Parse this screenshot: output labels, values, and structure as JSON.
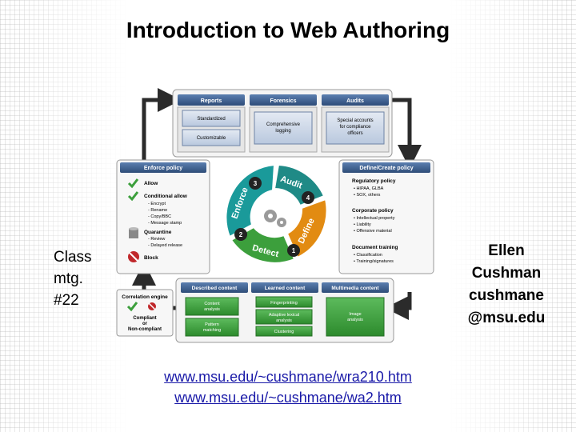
{
  "slide": {
    "title": "Introduction to Web Authoring",
    "left_note": [
      "Class",
      "mtg.",
      "#22"
    ],
    "right_note": [
      "Ellen",
      "Cushman",
      "cushmane",
      "@msu.edu"
    ],
    "links": [
      "www.msu.edu/~cushmane/wra210.htm",
      "www.msu.edu/~cushmane/wa2.htm"
    ]
  },
  "diagram": {
    "top": {
      "reports": {
        "header": "Reports",
        "items": [
          "Standardized",
          "Customizable"
        ]
      },
      "forensics": {
        "header": "Forensics",
        "item": [
          "Comprehensive",
          "logging"
        ]
      },
      "audits": {
        "header": "Audits",
        "item": [
          "Special accounts",
          "for compliance",
          "officers"
        ]
      }
    },
    "enforce_policy": {
      "header": "Enforce policy",
      "allow": "Allow",
      "conditional_allow": "Conditional allow",
      "conditional_items": [
        "- Encrypt",
        "- Rename",
        "- Copy/BBC",
        "- Message stamp"
      ],
      "quarantine": "Quarantine",
      "quarantine_items": [
        "- Review",
        "- Delayed release"
      ],
      "block": "Block"
    },
    "define_policy": {
      "header": "Define/Create policy",
      "regulatory": "Regulatory policy",
      "regulatory_items": [
        "• HIPAA, GLBA",
        "• SOX, others"
      ],
      "corporate": "Corporate policy",
      "corporate_items": [
        "• Intellectual property",
        "• Liability",
        "• Offensive material"
      ],
      "training": "Document training",
      "training_items": [
        "• Classification",
        "• Training/signatures"
      ]
    },
    "cycle": {
      "labels": [
        "Audit",
        "Define",
        "Detect",
        "Enforce"
      ],
      "numbers": [
        "1",
        "2",
        "3",
        "4"
      ]
    },
    "correlation": {
      "header": "Correlation engine",
      "items": [
        "Compliant",
        "or",
        "Non-compliant"
      ]
    },
    "bottom": {
      "described": {
        "header": "Described content",
        "items": [
          [
            "Content",
            "analysis"
          ],
          [
            "Pattern",
            "matching"
          ]
        ]
      },
      "learned": {
        "header": "Learned content",
        "items": [
          "Fingerprinting",
          [
            "Adaptive lexical",
            "analysis"
          ],
          "Clustering"
        ]
      },
      "multimedia": {
        "header": "Multimedia content",
        "item": [
          "Image",
          "analysis"
        ]
      }
    }
  },
  "colors": {
    "header_blue": "#3d5f8e",
    "box_blue": "#d3dcea",
    "green": "#3c9f3c",
    "teal": "#1f8a86",
    "orange": "#e28b12",
    "dark": "#2b2b2b",
    "link": "#1a1aa8"
  }
}
